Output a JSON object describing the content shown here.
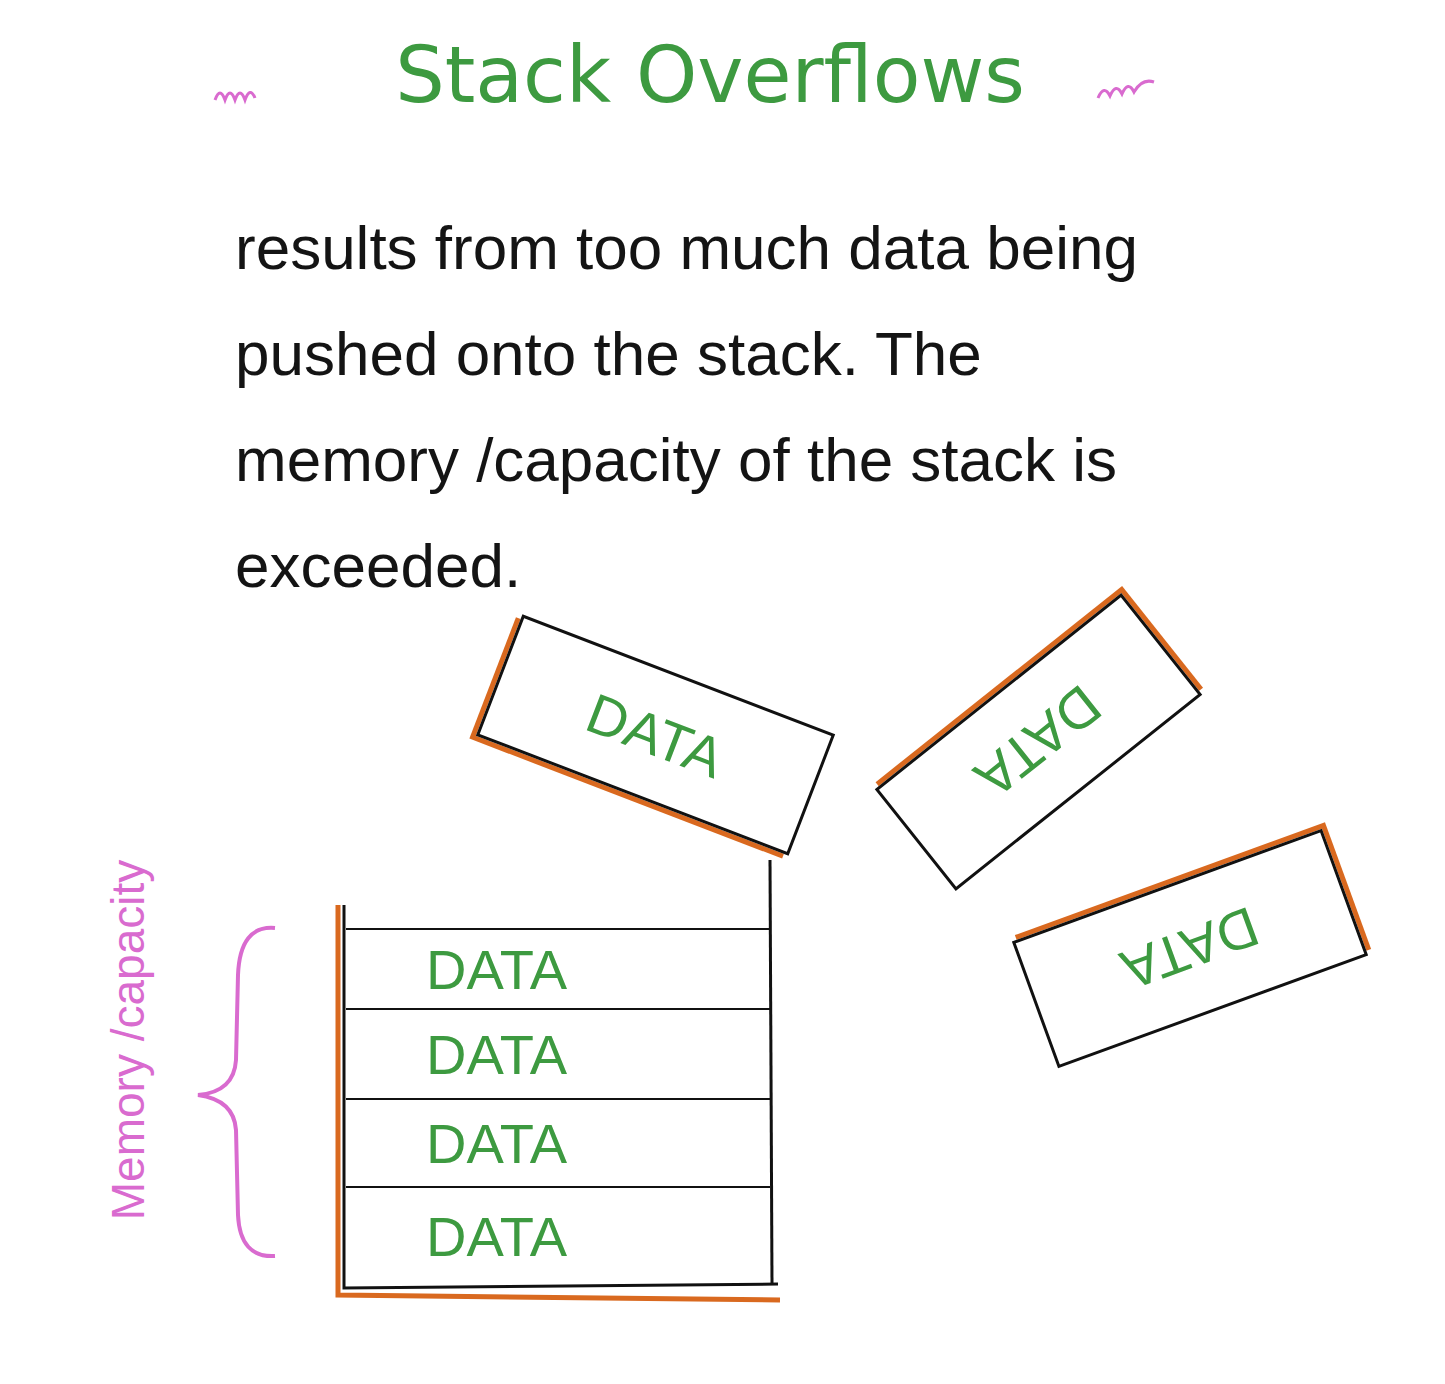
{
  "diagram": {
    "title": "Stack Overflows",
    "nodes": [
      {
        "text": [
          "DATA"
        ]
      },
      {
        "text": [
          "DATA"
        ]
      },
      {
        "text": [
          "DATA"
        ]
      },
      {
        "text": [
          "DATA"
        ]
      },
      {
        "text": [
          "DATA"
        ]
      },
      {
        "text": [
          "DATA"
        ]
      },
      {
        "text": [
          "DATA"
        ]
      }
    ],
    "labels": [
      "results from too much data being pushed onto the stack. The memory /capacity of the stack is exceeded.",
      "Memory /capacity"
    ]
  }
}
